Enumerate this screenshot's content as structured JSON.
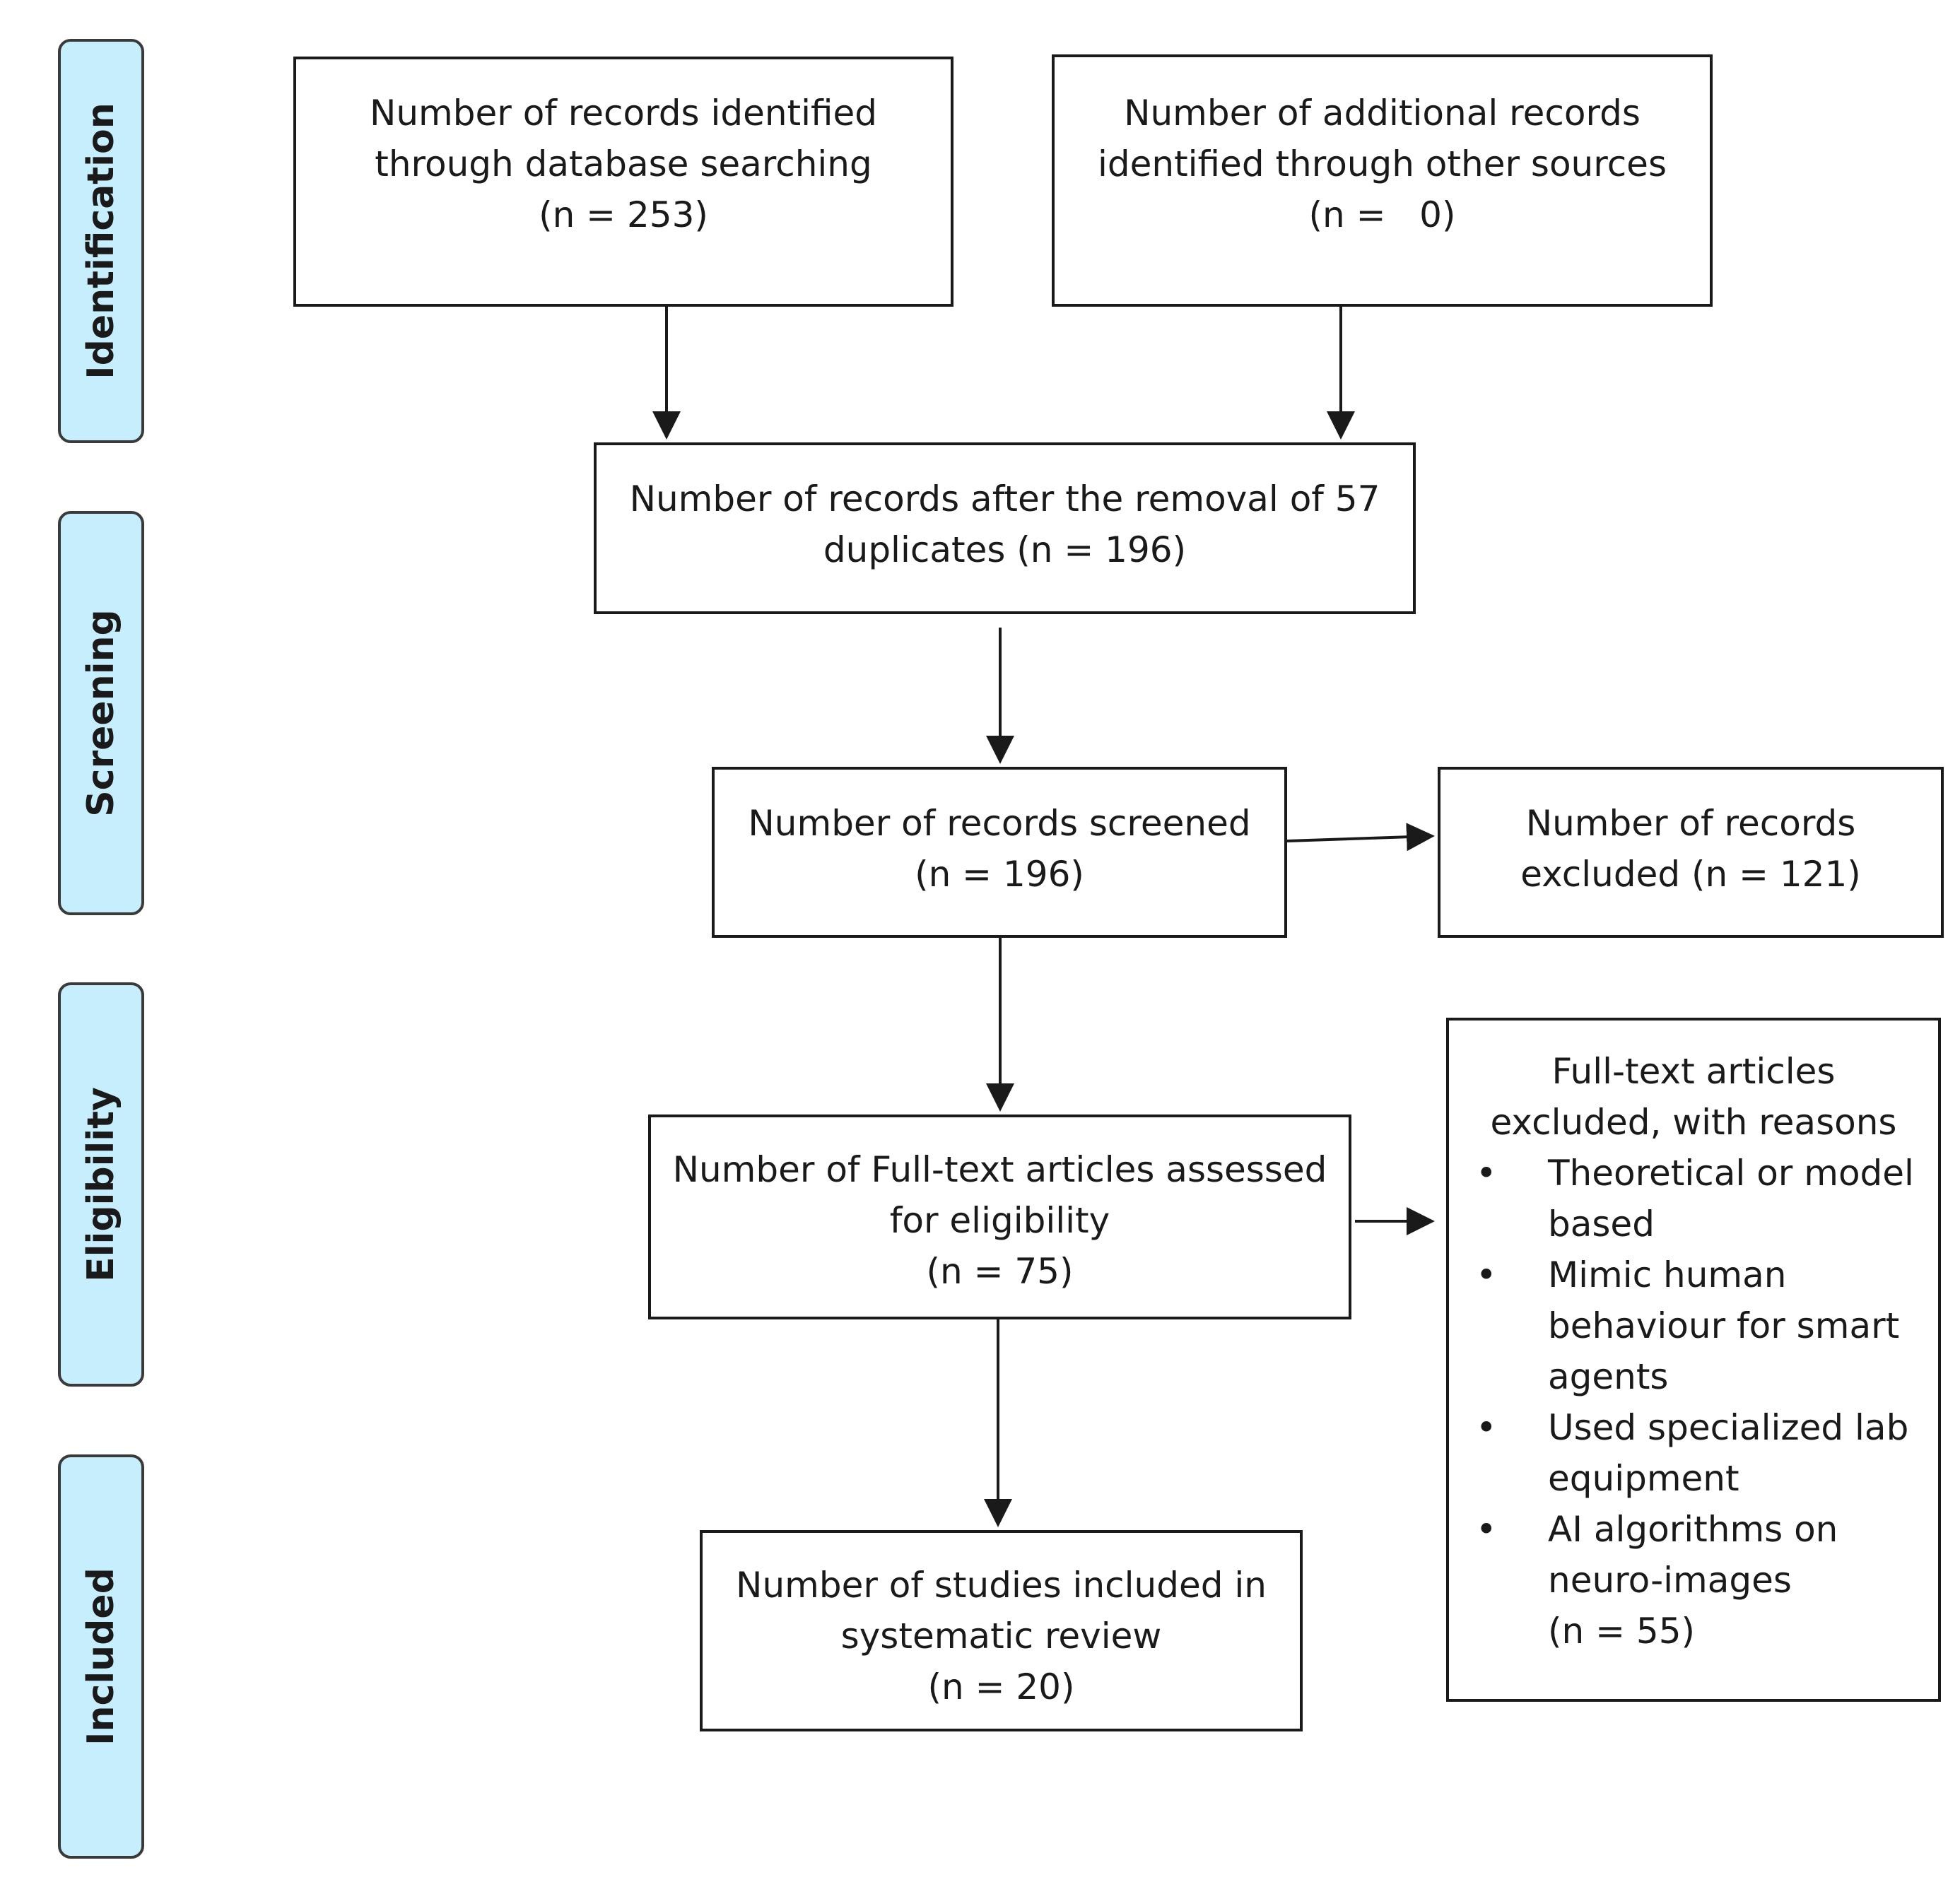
{
  "stages": [
    "Identification",
    "Screening",
    "Eligibility",
    "Included"
  ],
  "boxes": {
    "database": [
      "Number of records identified",
      "through database searching",
      "(n = 253)"
    ],
    "other_sources": [
      "Number of additional records",
      "identified through other sources",
      "(n =   0)"
    ],
    "after_duplicates": [
      "Number of records after the removal of 57",
      "duplicates (n = 196)"
    ],
    "screened": [
      "Number of records screened",
      "(n = 196)"
    ],
    "excluded": [
      "Number of records",
      "excluded (n = 121)"
    ],
    "full_text": [
      "Number of Full-text articles assessed",
      "for eligibility",
      "(n = 75)"
    ],
    "included": [
      "Number of studies included in",
      "systematic review",
      "(n = 20)"
    ]
  },
  "fulltext_excluded": {
    "heading": [
      "Full-text articles",
      "excluded, with reasons"
    ],
    "bullet_glyph": "•",
    "reasons": [
      "Theoretical or model based",
      "Mimic human behaviour for smart agents",
      "Used specialized lab equipment",
      "AI algorithms on neuro-images"
    ],
    "count": "(n = 55)"
  },
  "colors": {
    "stage_fill": "#c6eefc",
    "line": "#1a1a1a"
  }
}
